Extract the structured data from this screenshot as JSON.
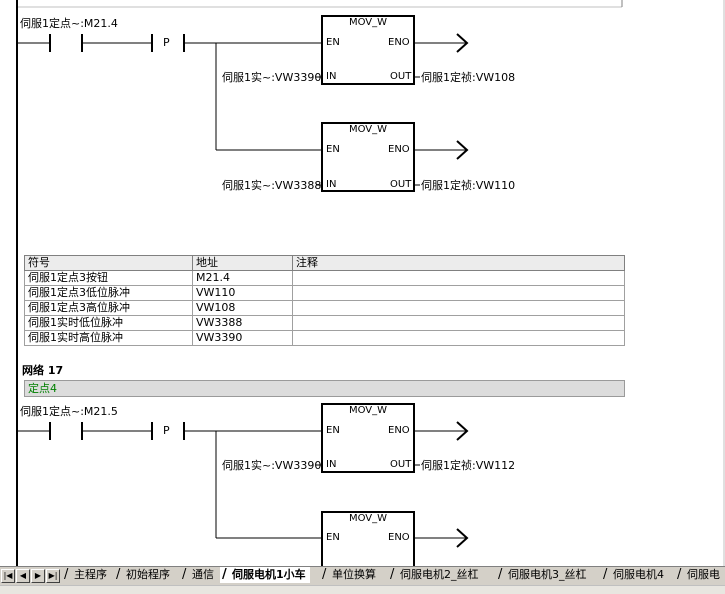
{
  "network16": {
    "contact_label": "伺服1定点~:M21.4",
    "pos_edge": "P",
    "block1": {
      "title": "MOV_W",
      "en": "EN",
      "eno": "ENO",
      "in": "IN",
      "out": "OUT",
      "in_operand": "伺服1实~:VW3390",
      "out_operand": "伺服1定祯:VW108"
    },
    "block2": {
      "title": "MOV_W",
      "en": "EN",
      "eno": "ENO",
      "in": "IN",
      "out": "OUT",
      "in_operand": "伺服1实~:VW3388",
      "out_operand": "伺服1定祯:VW110"
    }
  },
  "symbol_table": {
    "headers": [
      "符号",
      "地址",
      "注释"
    ],
    "rows": [
      [
        "伺服1定点3按钮",
        "M21.4",
        ""
      ],
      [
        "伺服1定点3低位脉冲",
        "VW110",
        ""
      ],
      [
        "伺服1定点3高位脉冲",
        "VW108",
        ""
      ],
      [
        "伺服1实时低位脉冲",
        "VW3388",
        ""
      ],
      [
        "伺服1实时高位脉冲",
        "VW3390",
        ""
      ]
    ]
  },
  "network17": {
    "title": "网络 17",
    "comment": "定点4",
    "contact_label": "伺服1定点~:M21.5",
    "pos_edge": "P",
    "block1": {
      "title": "MOV_W",
      "en": "EN",
      "eno": "ENO",
      "in": "IN",
      "out": "OUT",
      "in_operand": "伺服1实~:VW3390",
      "out_operand": "伺服1定祯:VW112"
    },
    "block2": {
      "title": "MOV_W",
      "en": "EN",
      "eno": "ENO"
    }
  },
  "tabs": [
    {
      "label": "主程序"
    },
    {
      "label": "初始程序"
    },
    {
      "label": "通信"
    },
    {
      "label": "伺服电机1小车"
    },
    {
      "label": "单位换算"
    },
    {
      "label": "伺服电机2_丝杠"
    },
    {
      "label": "伺服电机3_丝杠"
    },
    {
      "label": "伺服电机4"
    },
    {
      "label": "伺服电"
    }
  ],
  "active_tab": "伺服电机1小车",
  "colors": {
    "comment_text": "#008000",
    "comment_bg": "#dcdcdc",
    "tab_bar": "#d4d0c8"
  }
}
